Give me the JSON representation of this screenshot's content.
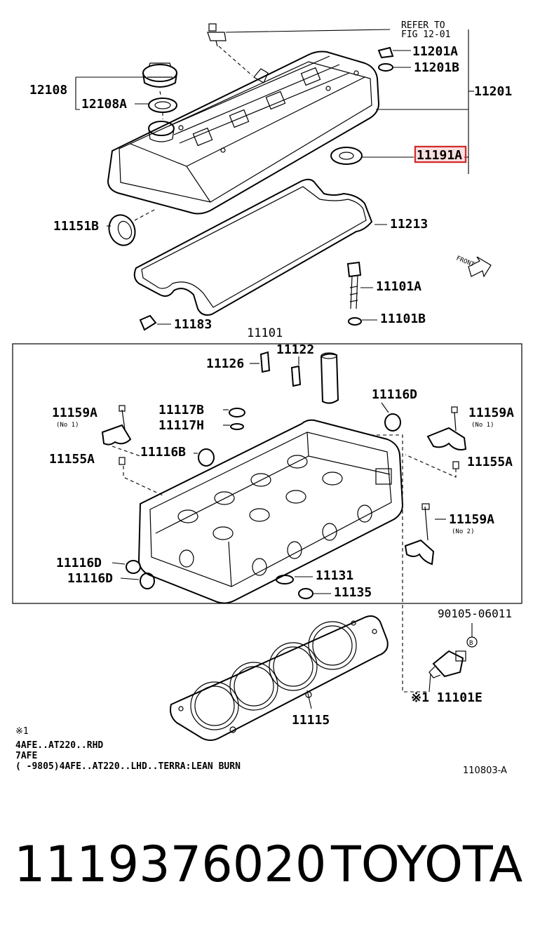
{
  "labels": {
    "refer_to_1": "REFER TO",
    "refer_to_2": "FIG 12-01",
    "l11201A": "11201A",
    "l11201B": "11201B",
    "l12108": "12108",
    "l12108A": "12108A",
    "l11201": "11201",
    "l11191A": "11191A",
    "l11151B": "11151B",
    "l11213": "11213",
    "front": "FRONT",
    "l11101A": "11101A",
    "l11101B": "11101B",
    "l11183": "11183",
    "l11101": "11101",
    "l11122": "11122",
    "l11126": "11126",
    "l11116D_top": "11116D",
    "l11159A_left": "11159A",
    "no1_left": "(No 1)",
    "l11117B": "11117B",
    "l11117H": "11117H",
    "l11159A_right": "11159A",
    "no1_right": "(No 1)",
    "l11155A_left": "11155A",
    "l11116B": "11116B",
    "l11155A_right": "11155A",
    "l11159A_no2": "11159A",
    "no2": "(No 2)",
    "l11116D_a": "11116D",
    "l11116D_b": "11116D",
    "l11131": "11131",
    "l11135": "11135",
    "l90105": "90105-06011",
    "bolt_b": "B",
    "l11101E": "※1 11101E",
    "l11115": "11115"
  },
  "notes": {
    "mark": "※1",
    "line1": "4AFE..AT220..RHD",
    "line2": "7AFE",
    "line3": "(   -9805)4AFE..AT220..LHD..TERRA:LEAN BURN"
  },
  "figure_ref": "110803-A",
  "footer": {
    "part_number": "1119376020",
    "brand": "TOYOTA"
  },
  "colors": {
    "highlight": "#d22b2b",
    "highlight_fill": "#f6c9c9",
    "ink": "#000000"
  }
}
